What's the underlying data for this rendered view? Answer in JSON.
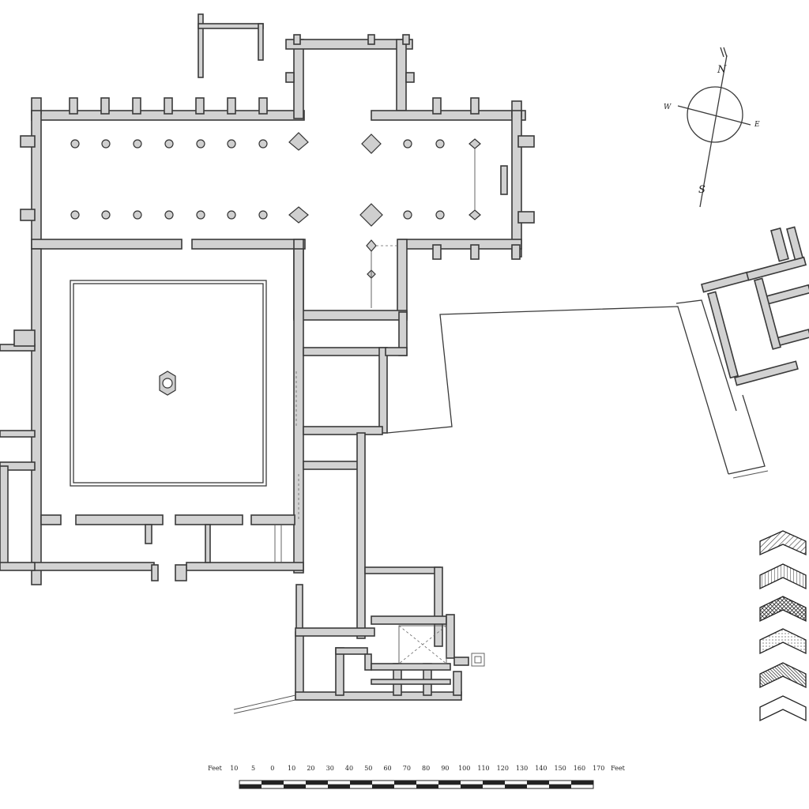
{
  "compass": {
    "north": "N",
    "south": "S",
    "west": "W",
    "east": "E"
  },
  "scale": {
    "labels": [
      "Feet",
      "10",
      "5",
      "0",
      "10",
      "20",
      "30",
      "40",
      "50",
      "60",
      "70",
      "80",
      "90",
      "100",
      "110",
      "120",
      "130",
      "140",
      "150",
      "160",
      "170",
      "Feet"
    ]
  },
  "legend": {
    "swatches": [
      {
        "pattern": "diagonal-hatch"
      },
      {
        "pattern": "vertical-hatch"
      },
      {
        "pattern": "cross-hatch"
      },
      {
        "pattern": "dotted"
      },
      {
        "pattern": "dense-hatch"
      },
      {
        "pattern": "plain"
      }
    ]
  },
  "colors": {
    "wall_fill": "#d2d2d2",
    "ink": "#3a3a3a"
  }
}
